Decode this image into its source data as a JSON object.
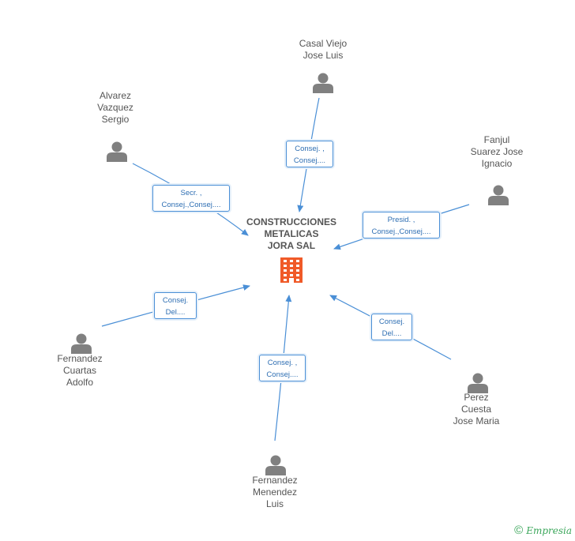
{
  "colors": {
    "edge": "#4a8fd6",
    "person_icon": "#808080",
    "company_icon": "#f05a28",
    "role_text": "#2f6fb3",
    "name_text": "#555555",
    "brand": "#3aa65a"
  },
  "center": {
    "name": "CONSTRUCCIONES\nMETALICAS\nJORA SAL",
    "icon": "building-icon"
  },
  "people": [
    {
      "id": "casal-viejo",
      "name": "Casal Viejo\nJose Luis",
      "role_lines": [
        "Consej. ,",
        "Consej...."
      ],
      "icon": "person-icon"
    },
    {
      "id": "alvarez-vazquez",
      "name": "Alvarez\nVazquez\nSergio",
      "role_lines": [
        "Secr. ,",
        "Consej.,Consej...."
      ],
      "icon": "person-icon"
    },
    {
      "id": "fanjul-suarez",
      "name": "Fanjul\nSuarez Jose\nIgnacio",
      "role_lines": [
        "Presid. ,",
        "Consej.,Consej...."
      ],
      "icon": "person-icon"
    },
    {
      "id": "fernandez-cuartas",
      "name": "Fernandez\nCuartas\nAdolfo",
      "role_lines": [
        "Consej.",
        "Del...."
      ],
      "icon": "person-icon"
    },
    {
      "id": "perez-cuesta",
      "name": "Perez\nCuesta\nJose Maria",
      "role_lines": [
        "Consej.",
        "Del...."
      ],
      "icon": "person-icon"
    },
    {
      "id": "fernandez-menendez",
      "name": "Fernandez\nMenendez\nLuis",
      "role_lines": [
        "Consej. ,",
        "Consej...."
      ],
      "icon": "person-icon"
    }
  ],
  "footer": {
    "copyright_symbol": "©",
    "brand": "Empresia"
  }
}
